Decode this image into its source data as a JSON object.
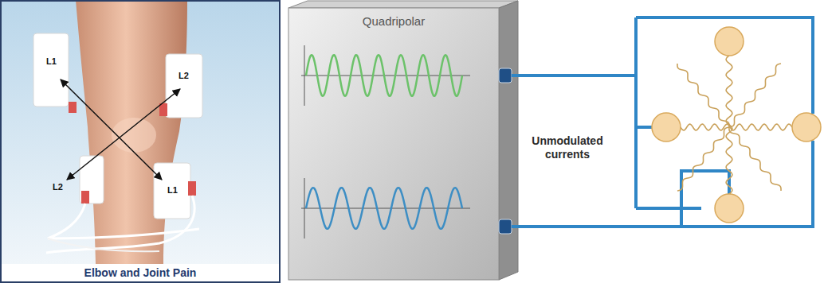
{
  "diagram": {
    "nodes": [
      {
        "text": [
          "Elbow and Joint Pain"
        ]
      },
      {
        "text": [
          "Quadripolar"
        ]
      }
    ],
    "labels": [
      "L1",
      "L2",
      "L2",
      "L1",
      "Unmodulated currents"
    ]
  }
}
